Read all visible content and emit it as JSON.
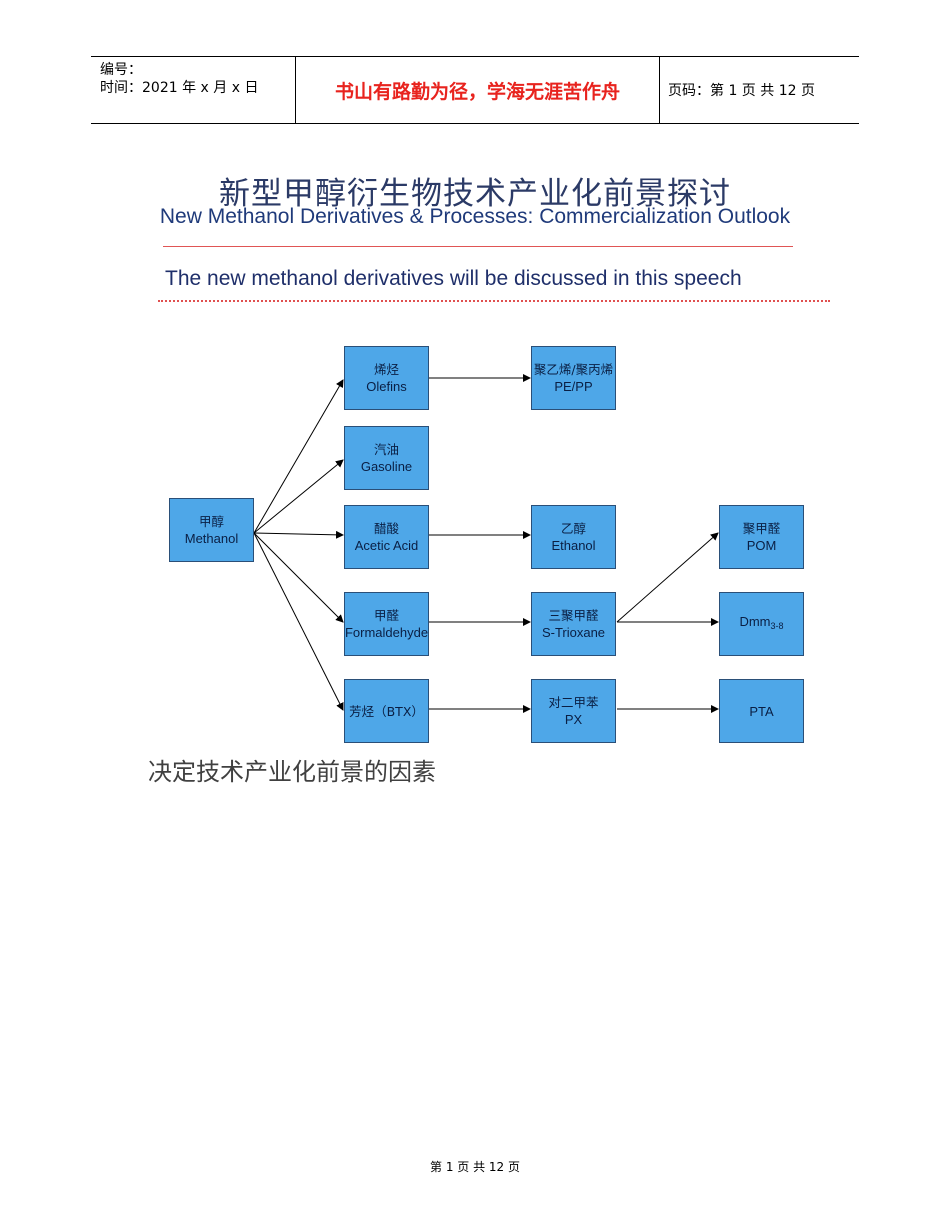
{
  "header": {
    "number_label": "编号：",
    "time_label": "时间：2021 年 x 月 x 日",
    "motto": "书山有路勤为径，学海无涯苦作舟",
    "page_label": "页码：第 1 页  共 12 页"
  },
  "title_cn": "新型甲醇衍生物技术产业化前景探讨",
  "title_en": "New Methanol Derivatives & Processes: Commercialization Outlook",
  "subtitle": "The new methanol derivatives will be discussed in this speech",
  "diagram": {
    "methanol": {
      "cn": "甲醇",
      "en": "Methanol"
    },
    "olefins": {
      "cn": "烯烃",
      "en": "Olefins"
    },
    "pepp": {
      "cn": "聚乙烯/聚丙烯",
      "en": "PE/PP"
    },
    "gasoline": {
      "cn": "汽油",
      "en": "Gasoline"
    },
    "acetic": {
      "cn": "醋酸",
      "en": "Acetic Acid"
    },
    "ethanol": {
      "cn": "乙醇",
      "en": "Ethanol"
    },
    "pom": {
      "cn": "聚甲醛",
      "en": "POM"
    },
    "formaldehyde": {
      "cn": "甲醛",
      "en": "Formaldehyde"
    },
    "trioxane": {
      "cn": "三聚甲醛",
      "en": "S-Trioxane"
    },
    "dmm": {
      "en": "Dmm",
      "sub": "3-8"
    },
    "btx": {
      "label": "芳烃（BTX）"
    },
    "px": {
      "cn": "对二甲苯",
      "en": "PX"
    },
    "pta": {
      "en": "PTA"
    }
  },
  "section_heading": "决定技术产业化前景的因素",
  "footer": "第  1  页  共  12  页"
}
